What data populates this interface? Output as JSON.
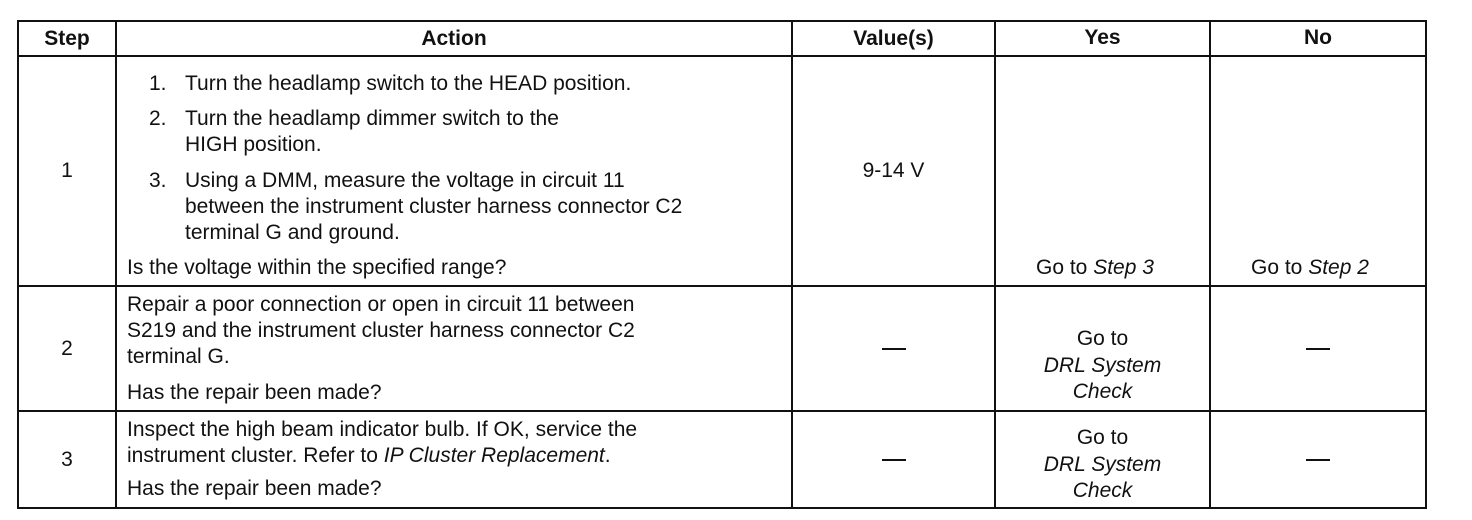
{
  "headers": {
    "step": "Step",
    "action": "Action",
    "values": "Value(s)",
    "yes": "Yes",
    "no": "No"
  },
  "rows": [
    {
      "step": "1",
      "items": [
        {
          "num": "1.",
          "lines": [
            "Turn the headlamp switch to the HEAD position."
          ]
        },
        {
          "num": "2.",
          "lines": [
            "Turn the headlamp dimmer switch to the",
            "HIGH position."
          ]
        },
        {
          "num": "3.",
          "lines": [
            "Using a DMM, measure the voltage in circuit 11",
            "between the instrument cluster harness connector C2",
            "terminal G and ground."
          ]
        }
      ],
      "question": "Is the voltage within the specified range?",
      "value": "9-14 V",
      "yes": {
        "prefix": "Go to ",
        "link": "Step 3"
      },
      "no": {
        "prefix": "Go to ",
        "link": "Step 2"
      }
    },
    {
      "step": "2",
      "lines": [
        "Repair a poor connection or open in circuit 11 between",
        "S219 and the instrument cluster harness connector C2",
        "terminal G."
      ],
      "question": "Has the repair been made?",
      "value": "—",
      "yes": {
        "line1": "Go to",
        "line2": "DRL System",
        "line3": "Check"
      },
      "no": "—"
    },
    {
      "step": "3",
      "line1": "Inspect the high beam indicator bulb. If OK, service the",
      "line2_prefix": "instrument cluster. Refer to ",
      "line2_link": "IP Cluster Replacement",
      "line2_suffix": ".",
      "question": "Has the repair been made?",
      "value": "—",
      "yes": {
        "line1": "Go to",
        "line2": "DRL System",
        "line3": "Check"
      },
      "no": "—"
    }
  ]
}
